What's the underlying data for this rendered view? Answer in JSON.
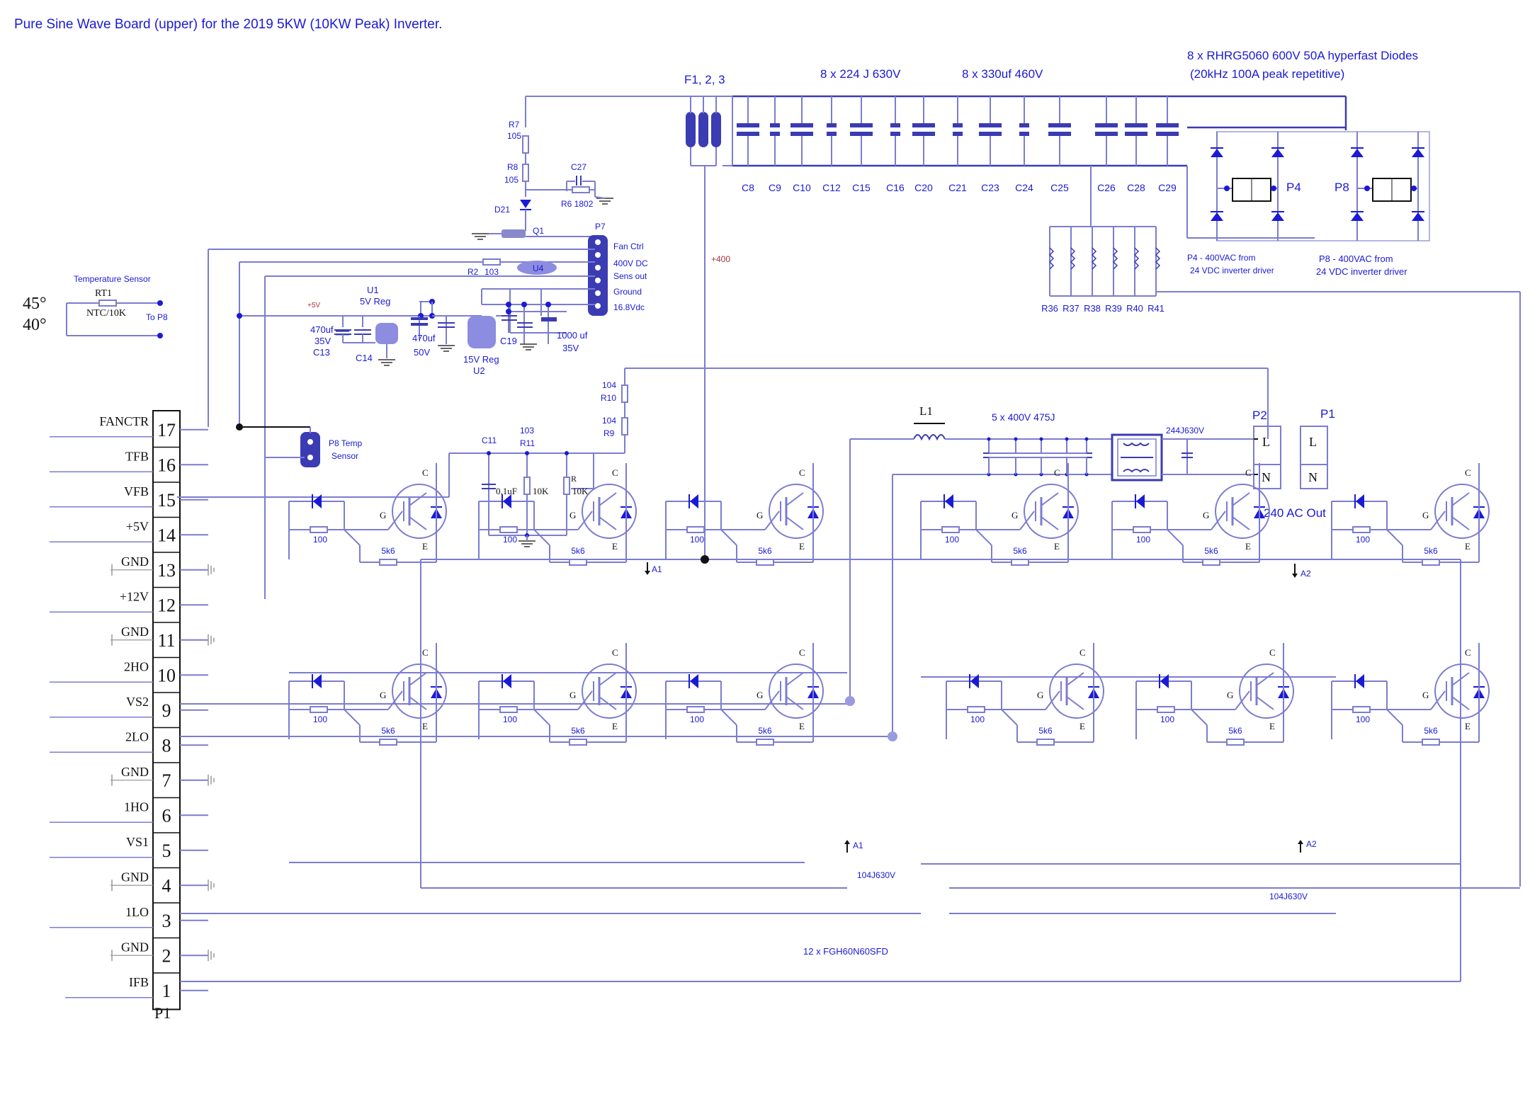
{
  "title": "Pure Sine Wave Board (upper) for the 2019 5KW (10KW Peak) Inverter.",
  "temp": {
    "sensor": "Temperature Sensor",
    "rt1": "RT1",
    "ntc": "NTC/10K",
    "to_p8": "To P8",
    "deg45": "45°",
    "deg40": "40°"
  },
  "fuses": "F1, 2, 3",
  "cap_bank": {
    "label_a": "8 x 224 J 630V",
    "label_b": "8 x 330uf 460V",
    "names": [
      "C8",
      "C9",
      "C10",
      "C12",
      "C15",
      "C16",
      "C20",
      "C21",
      "C23",
      "C24",
      "C25",
      "C26",
      "C28",
      "C29"
    ]
  },
  "diodes_note": {
    "line1": "8 x RHRG5060 600V 50A hyperfast Diodes",
    "line2": "(20kHz 100A peak repetitive)"
  },
  "bridges": [
    {
      "name": "P4",
      "desc1": "P4 - 400VAC from",
      "desc2": "24 VDC  inverter driver"
    },
    {
      "name": "P8",
      "desc1": "P8  - 400VAC from",
      "desc2": "24 VDC  inverter driver"
    }
  ],
  "resistor_bank": [
    "R36",
    "R37",
    "R38",
    "R39",
    "R40",
    "R41"
  ],
  "upper_left": {
    "r7": "R7",
    "r7v": "105",
    "r8": "R8",
    "r8v": "105",
    "c27": "C27",
    "r6": "R6 1802",
    "d21": "D21",
    "q1": "Q1",
    "r2": "R2",
    "r2v": "103",
    "u4": "U4",
    "p7": "P7",
    "p7_pins": [
      "Fan Ctrl",
      "400V DC",
      "Sens out",
      "Ground",
      "16.8Vdc"
    ],
    "plus5": "+5V",
    "u1": "U1",
    "u1d": "5V Reg",
    "c13a": "470uf",
    "c13b": "35V",
    "c13": "C13",
    "c14": "C14",
    "c470a": "470uf",
    "c470b": "50V",
    "u2a": "15V Reg",
    "u2": "U2",
    "c19": "C19",
    "c1000a": "1000 uf",
    "c1000b": "35V",
    "p8temp1": "P8 Temp",
    "p8temp2": "Sensor",
    "hv": "+400"
  },
  "fb": {
    "r10": "R10",
    "r10v": "104",
    "r9": "R9",
    "r9v": "104",
    "c11": "C11",
    "r11v": "103",
    "r11": "R11",
    "c01": "0.1uF",
    "k10a": "10K",
    "r": "R",
    "k10b": "10K"
  },
  "filter": {
    "l1": "L1",
    "caps": "5 x 400V 475J",
    "cap2": "244J630V",
    "p2": "P2",
    "p1": "P1",
    "L": "L",
    "N": "N",
    "out": "240 AC Out"
  },
  "connector": {
    "name": "P1",
    "pins": [
      {
        "n": "17",
        "label": "FANCTR"
      },
      {
        "n": "16",
        "label": "TFB"
      },
      {
        "n": "15",
        "label": "VFB"
      },
      {
        "n": "14",
        "label": "+5V"
      },
      {
        "n": "13",
        "label": "GND"
      },
      {
        "n": "12",
        "label": "+12V"
      },
      {
        "n": "11",
        "label": "GND"
      },
      {
        "n": "10",
        "label": "2HO"
      },
      {
        "n": "9",
        "label": "VS2"
      },
      {
        "n": "8",
        "label": "2LO"
      },
      {
        "n": "7",
        "label": "GND"
      },
      {
        "n": "6",
        "label": "1HO"
      },
      {
        "n": "5",
        "label": "VS1"
      },
      {
        "n": "4",
        "label": "GND"
      },
      {
        "n": "3",
        "label": "1LO"
      },
      {
        "n": "2",
        "label": "GND"
      },
      {
        "n": "1",
        "label": "IFB"
      }
    ]
  },
  "igbt": {
    "g": "G",
    "c": "C",
    "e": "E",
    "r100": "100",
    "r5k6": "5k6"
  },
  "bridge_labels": {
    "a1": "A1",
    "a2": "A2",
    "snub1": "104J630V",
    "snub2": "104J630V",
    "note": "12 x FGH60N60SFD"
  }
}
